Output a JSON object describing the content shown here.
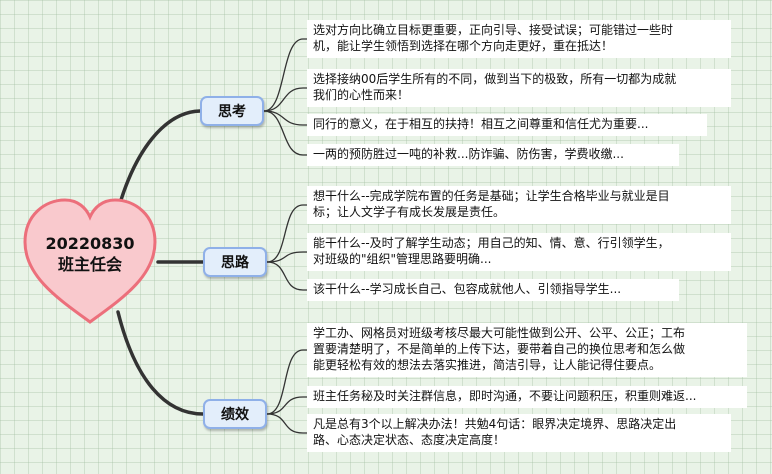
{
  "central": {
    "title": "20220830\n班主任会"
  },
  "branches": [
    {
      "label": "思考",
      "leaves": [
        "选对方向比确立目标更重要，正向引导、接受试误；可能错过一些时\n机，能让学生领悟到选择在哪个方向走更好，重在抵达！",
        "选择接纳00后学生所有的不同，做到当下的极致，所有一切都为成就\n我们的心性而来！",
        "同行的意义，在于相互的扶持！相互之间尊重和信任尤为重要...",
        "一两的预防胜过一吨的补救...防诈骗、防伤害，学费收缴..."
      ]
    },
    {
      "label": "思路",
      "leaves": [
        "想干什么--完成学院布置的任务是基础；让学生合格毕业与就业是目\n标；让人文学子有成长发展是责任。",
        "能干什么--及时了解学生动态；用自己的知、情、意、行引领学生，\n对班级的\"组织\"管理思路要明确...",
        "该干什么--学习成长自己、包容成就他人、引领指导学生..."
      ]
    },
    {
      "label": "绩效",
      "leaves": [
        "学工办、网格员对班级考核尽最大可能性做到公开、公平、公正；工布\n置要清楚明了，不是简单的上传下达，要带着自己的换位思考和怎么做\n能更轻松有效的想法去落实推进，简洁引导，让人能记得住要点。",
        "班主任务秘及时关注群信息，即时沟通，不要让问题积压，积重则难返...",
        "凡是总有3个以上解决办法！共勉4句话：眼界决定境界、思路决定出\n路、心态决定状态、态度决定高度！"
      ]
    }
  ]
}
